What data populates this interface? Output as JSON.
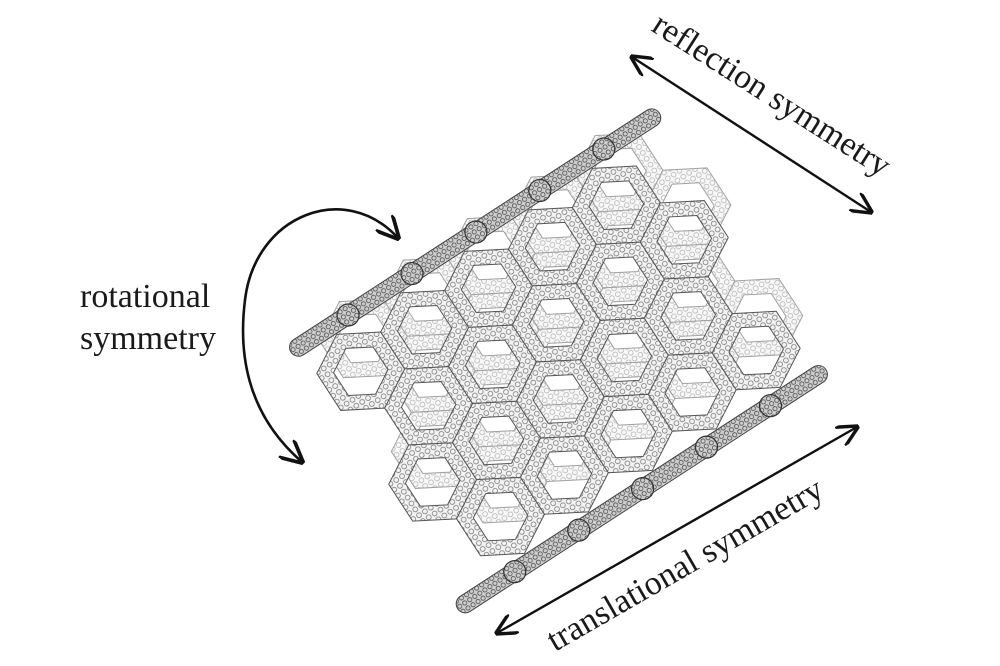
{
  "labels": {
    "rotational_line1": "rotational",
    "rotational_line2": "symmetry",
    "reflection": "reflection symmetry",
    "translational": "translational symmetry"
  },
  "colors": {
    "background": "#ffffff",
    "text": "#1a1a1a",
    "arrow": "#111111",
    "lattice_fill": "#d8d8d8",
    "lattice_edge": "#555555"
  }
}
